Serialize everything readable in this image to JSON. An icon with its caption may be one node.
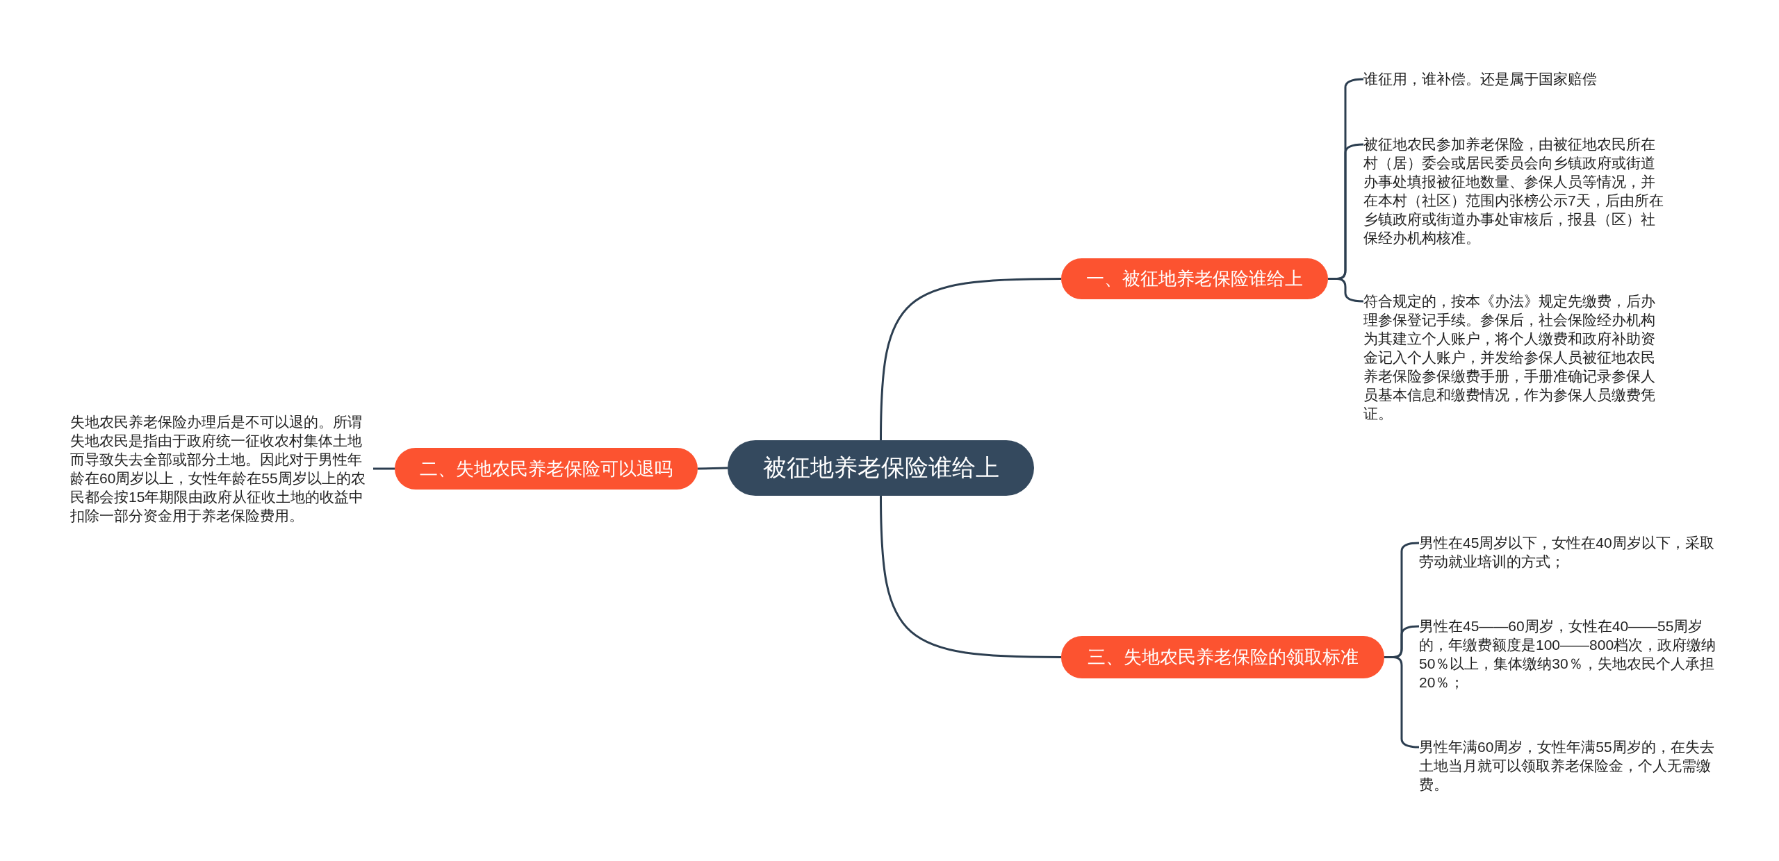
{
  "diagram": {
    "nodes": [
      {
        "text": [
          "被征地养老保险谁给上"
        ]
      },
      {
        "text": [
          "一、被征地养老保险谁给上"
        ]
      },
      {
        "text": [
          "谁征用，谁补偿。还是属于国家赔偿"
        ]
      },
      {
        "text": [
          "被征地农民参加养老保险，由被征地农民所在村（居）委会或居民委员会向乡镇政府或街道办事处填报被征地数量、参保人员等情况，并在本村（社区）范围内张榜公示7天，后由所在乡镇政府或街道办事处审核后，报县（区）社保经办机构核准。"
        ]
      },
      {
        "text": [
          "符合规定的，按本《办法》规定先缴费，后办理参保登记手续。参保后，社会保险经办机构为其建立个人账户，将个人缴费和政府补助资金记入个人账户，并发给参保人员被征地农民养老保险参保缴费手册，手册准确记录参保人员基本信息和缴费情况，作为参保人员缴费凭证。"
        ]
      },
      {
        "text": [
          "二、失地农民养老保险可以退吗"
        ]
      },
      {
        "text": [
          "失地农民养老保险办理后是不可以退的。所谓失地农民是指由于政府统一征收农村集体土地而导致失去全部或部分土地。因此对于男性年龄在60周岁以上，女性年龄在55周岁以上的农民都会按15年期限由政府从征收土地的收益中扣除一部分资金用于养老保险费用。"
        ]
      },
      {
        "text": [
          "三、失地农民养老保险的领取标准"
        ]
      },
      {
        "text": [
          "男性在45周岁以下，女性在40周岁以下，采取劳动就业培训的方式；"
        ]
      },
      {
        "text": [
          "男性在45——60周岁，女性在40——55周岁的，年缴费额度是100——800档次，政府缴纳50％以上，集体缴纳30％，失地农民个人承担20％；"
        ]
      },
      {
        "text": [
          "男性年满60周岁，女性年满55周岁的，在失去土地当月就可以领取养老保险金，个人无需缴费。"
        ]
      }
    ],
    "edges": [
      {
        "from": 0,
        "to": 1,
        "arrow": "none"
      },
      {
        "from": 1,
        "to": 2,
        "arrow": "none"
      },
      {
        "from": 1,
        "to": 3,
        "arrow": "none"
      },
      {
        "from": 1,
        "to": 4,
        "arrow": "none"
      },
      {
        "from": 0,
        "to": 5,
        "arrow": "none"
      },
      {
        "from": 5,
        "to": 6,
        "arrow": "none"
      },
      {
        "from": 0,
        "to": 7,
        "arrow": "none"
      },
      {
        "from": 7,
        "to": 8,
        "arrow": "none"
      },
      {
        "from": 7,
        "to": 9,
        "arrow": "none"
      },
      {
        "from": 7,
        "to": 10,
        "arrow": "none"
      }
    ]
  }
}
